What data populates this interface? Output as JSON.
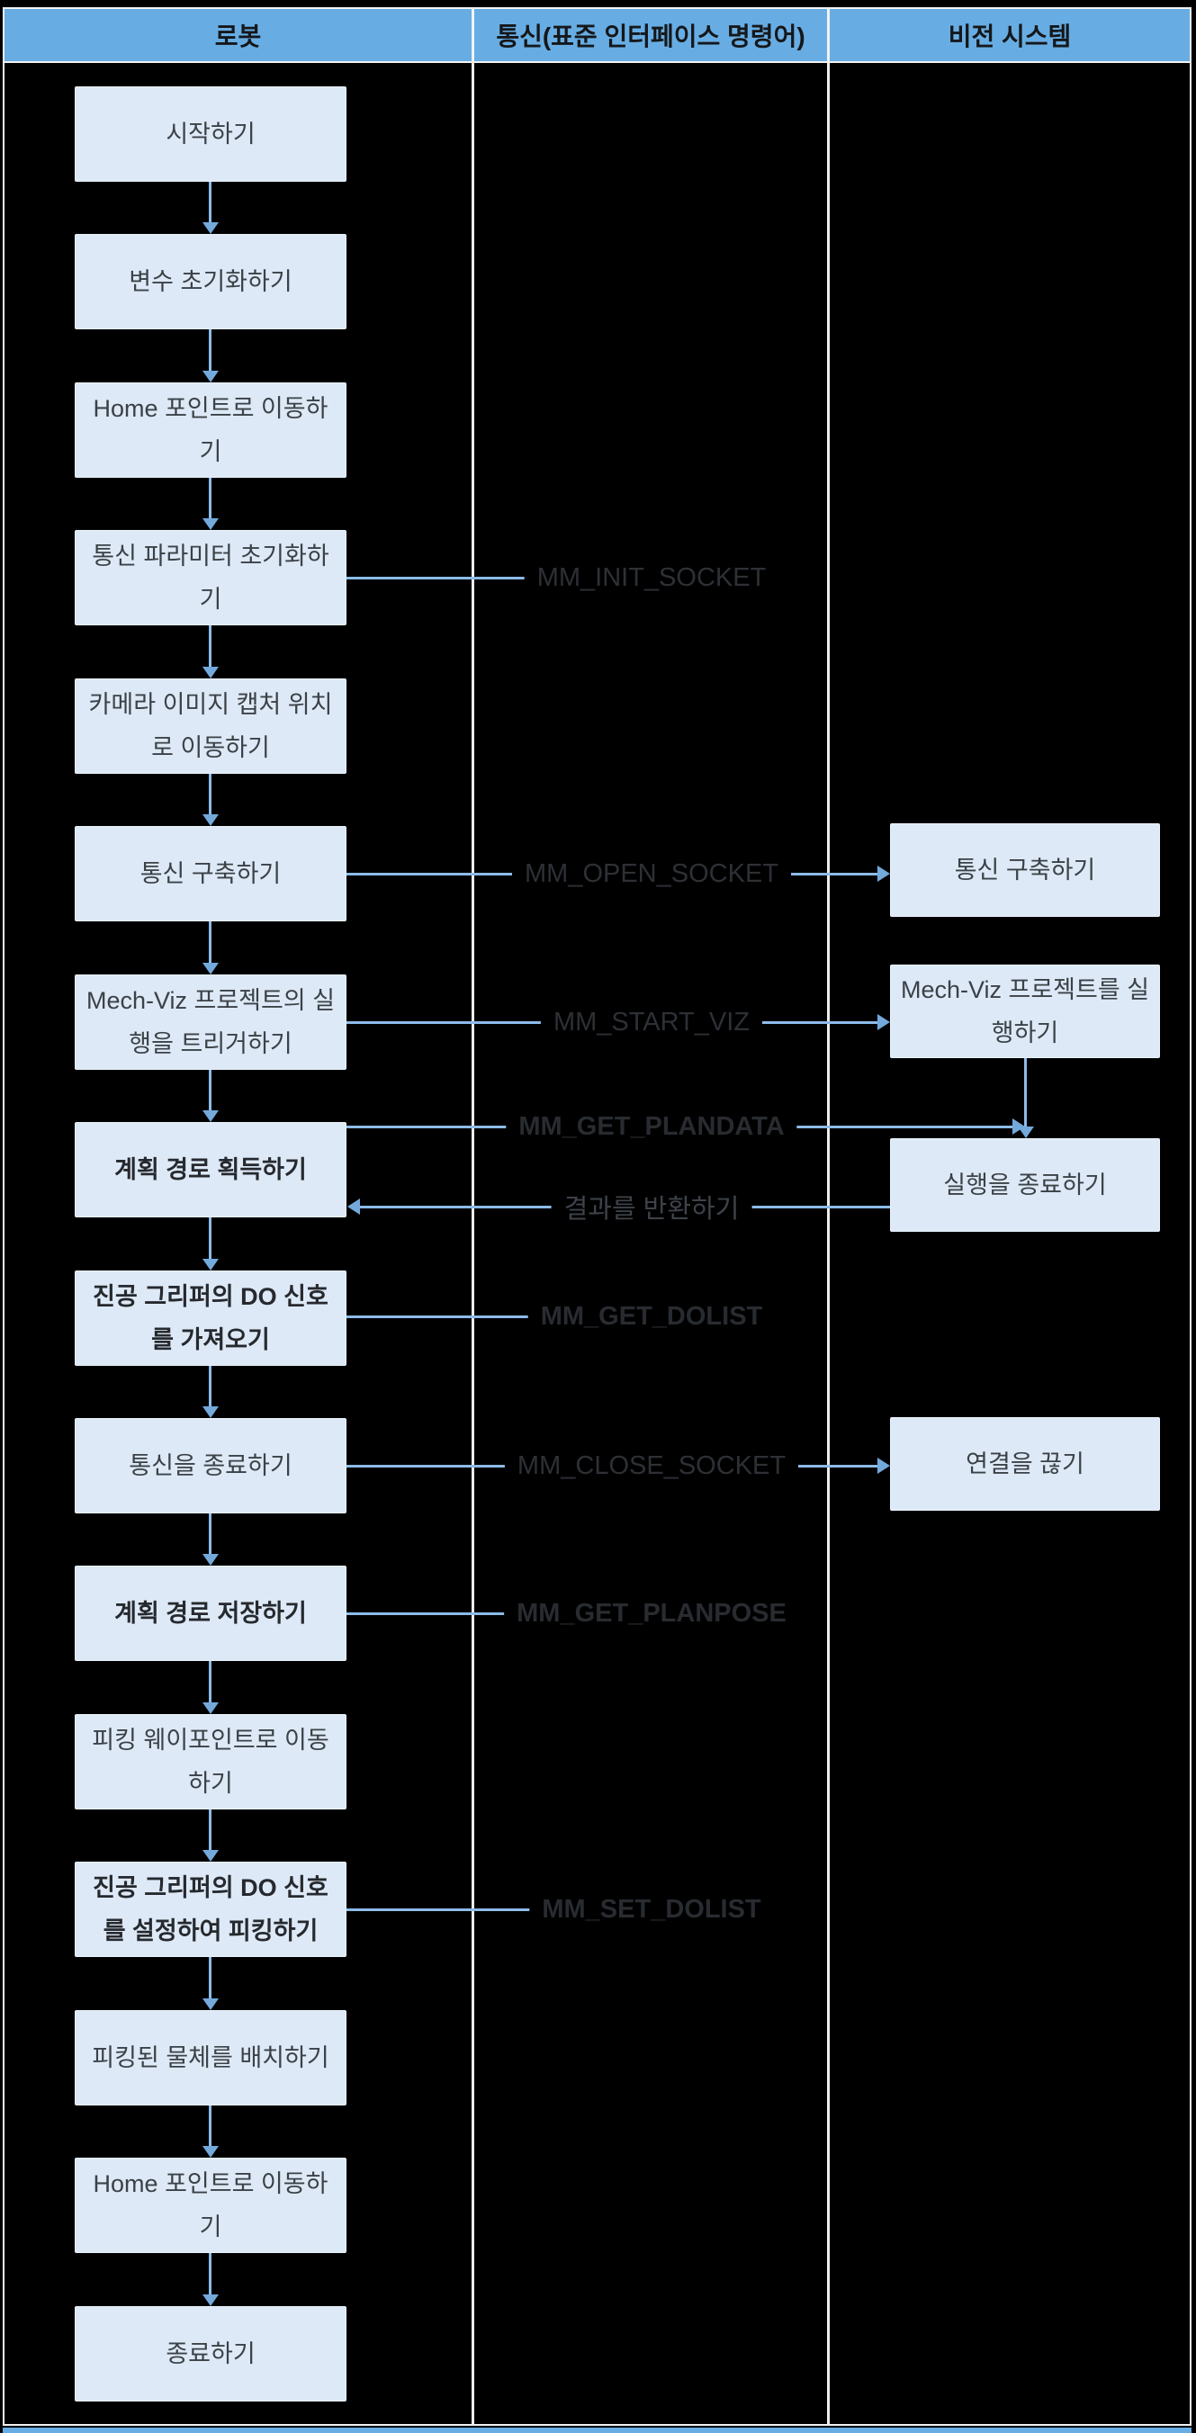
{
  "header": {
    "columns": [
      "로봇",
      "통신(표준 인터페이스 명령어)",
      "비전 시스템"
    ]
  },
  "robot": {
    "boxes": [
      {
        "label": "시작하기",
        "bold": false
      },
      {
        "label": "변수 초기화하기",
        "bold": false
      },
      {
        "label": "Home 포인트로 이동하기",
        "bold": false
      },
      {
        "label": "통신 파라미터 초기화하기",
        "bold": false
      },
      {
        "label": "카메라 이미지 캡처 위치로 이동하기",
        "bold": false
      },
      {
        "label": "통신 구축하기",
        "bold": false
      },
      {
        "label": "Mech-Viz 프로젝트의 실행을 트리거하기",
        "bold": false
      },
      {
        "label": "계획 경로 획득하기",
        "bold": true
      },
      {
        "label": "진공 그리퍼의 DO 신호를 가져오기",
        "bold": true
      },
      {
        "label": "통신을 종료하기",
        "bold": false
      },
      {
        "label": "계획 경로 저장하기",
        "bold": true
      },
      {
        "label": "피킹 웨이포인트로 이동하기",
        "bold": false
      },
      {
        "label": "진공 그리퍼의 DO 신호를 설정하여 피킹하기",
        "bold": true
      },
      {
        "label": "피킹된 물체를 배치하기",
        "bold": false
      },
      {
        "label": "Home 포인트로 이동하기",
        "bold": false
      },
      {
        "label": "종료하기",
        "bold": false
      }
    ]
  },
  "comm": {
    "labels": [
      {
        "text": "MM_INIT_SOCKET",
        "bold": false
      },
      {
        "text": "MM_OPEN_SOCKET",
        "bold": false
      },
      {
        "text": "MM_START_VIZ",
        "bold": false
      },
      {
        "text": "MM_GET_PLANDATA",
        "bold": true
      },
      {
        "text": "결과를 반환하기",
        "bold": false
      },
      {
        "text": "MM_GET_DOLIST",
        "bold": true
      },
      {
        "text": "MM_CLOSE_SOCKET",
        "bold": false
      },
      {
        "text": "MM_GET_PLANPOSE",
        "bold": true
      },
      {
        "text": "MM_SET_DOLIST",
        "bold": true
      }
    ]
  },
  "vision": {
    "boxes": [
      {
        "label": "통신 구축하기"
      },
      {
        "label": "Mech-Viz 프로젝트를 실행하기"
      },
      {
        "label": "실행을 종료하기"
      },
      {
        "label": "연결을 끊기"
      }
    ]
  },
  "colors": {
    "background": "#000000",
    "header_blue": "#67ade3",
    "node_fill": "#dde9f6",
    "line_blue": "#8cbbe8",
    "arrowhead_blue": "#74a9dc",
    "command_text": "#2d3035",
    "node_text": "#3b4147",
    "frame_white": "#f2f2f2"
  }
}
